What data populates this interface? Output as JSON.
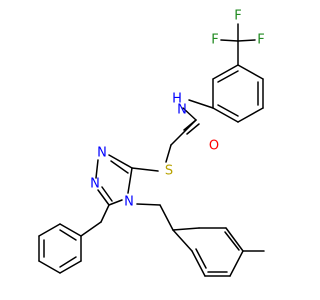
{
  "molecule": {
    "atoms": {
      "f1": "F",
      "f2": "F",
      "f3": "F",
      "o": "O",
      "s": "S",
      "n_amide": "N",
      "h_amide": "H",
      "n_triazole_top": "N",
      "n_triazole_mid": "N",
      "n_triazole_ring": "N"
    },
    "colors": {
      "bond": "#000000",
      "fluorine": "#228b22",
      "oxygen": "#ff0000",
      "sulfur": "#b8a200",
      "nitrogen": "#0000ff"
    }
  }
}
